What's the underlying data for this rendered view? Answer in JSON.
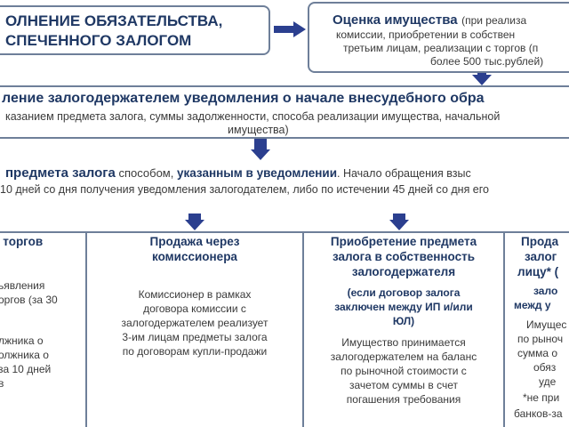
{
  "top_left_box": {
    "lines": [
      "ОЛНЕНИЕ  ОБЯЗАТЕЛЬСТВА,",
      "СПЕЧЕННОГО  ЗАЛОГОМ"
    ]
  },
  "top_right_box": {
    "title": "Оценка имущества",
    "title_tail": "(при реализа",
    "lines": [
      "комиссии, приобретении в собствен",
      "третьим лицам, реализации с торгов (п",
      "более 500 тыс.рублей)"
    ]
  },
  "notice_box": {
    "title": "ление залогодержателем уведомления о начале внесудебного обра",
    "lines": [
      "казанием предмета залога, суммы задолженности, способа реализации имущества, начальной",
      "имущества)"
    ]
  },
  "realization_box": {
    "title_bold": "предмета залога",
    "title_tail_1": " способом, ",
    "title_bold_2": "указанным в уведомлении",
    "title_tail_2": ". Начало обращения взыс",
    "line2": "10 дней со дня получения уведомления залогодателем, либо по истечении 45 дней со дня его"
  },
  "columns": [
    {
      "title": [
        "е торгов"
      ],
      "body": [
        "ьявления",
        "оргов (за 30",
        "",
        "",
        "лжника о",
        "олжника о",
        "за 10 дней",
        "в"
      ]
    },
    {
      "title": [
        "Продажа через",
        "комиссионера"
      ],
      "body": [
        "Комиссионер в рамках",
        "договора комиссии с",
        "залогодержателем  реализует",
        "3-им лицам предметы залога",
        "по договорам  купли-продажи"
      ]
    },
    {
      "title": [
        "Приобретение предмета",
        "залога в собственность",
        "залогодержателя"
      ],
      "note": [
        "(если договор залога",
        "заключен между ИП и/или",
        "ЮЛ)"
      ],
      "body": [
        "Имущество принимается",
        "залогодержателем на баланс",
        "по рыночной стоимости с",
        "зачетом суммы в счет",
        "погашения требования"
      ]
    },
    {
      "title": [
        "Прода",
        "залог",
        "лицу* (",
        "зало",
        "межд у"
      ],
      "body": [
        "Имущес",
        "по рыноч",
        "сумма о",
        "обяз",
        "уде",
        "*не при",
        "банков-за"
      ]
    }
  ]
}
